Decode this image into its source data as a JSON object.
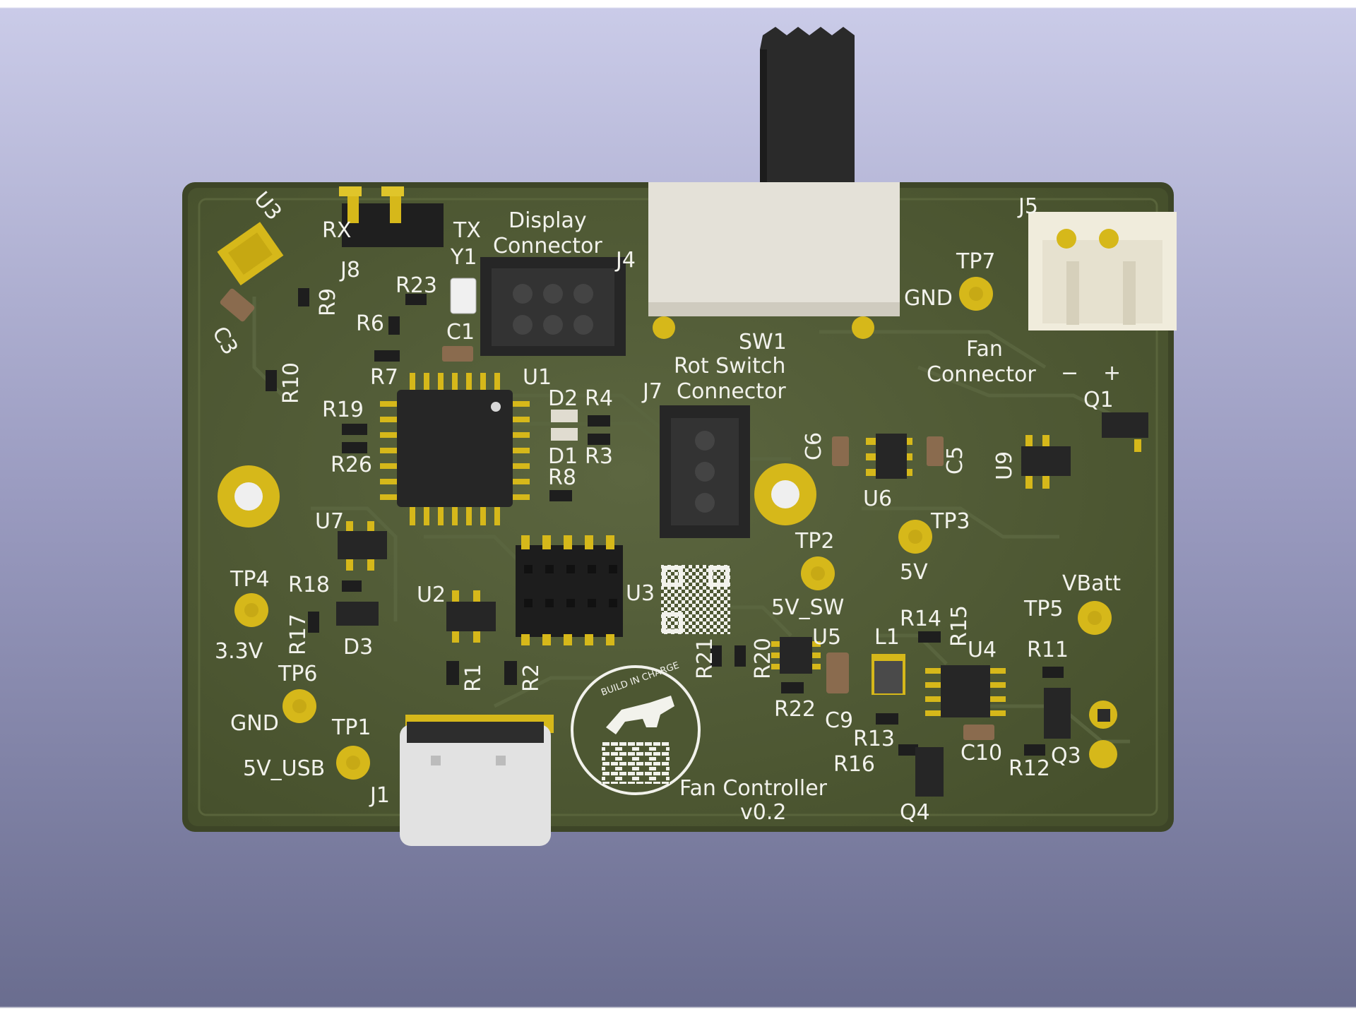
{
  "board": {
    "title": "Fan Controller",
    "version": "v0.2",
    "logo_text": "BUILD IN CHARGE"
  },
  "labels": {
    "u3": "U3",
    "rx": "RX",
    "tx": "TX",
    "j8": "J8",
    "r9": "R9",
    "c3": "C3",
    "display_line1": "Display",
    "display_line2": "Connector",
    "j4": "J4",
    "y1": "Y1",
    "r23": "R23",
    "r6": "R6",
    "c1": "C1",
    "r7": "R7",
    "u1": "U1",
    "r10": "R10",
    "r19": "R19",
    "r26": "R26",
    "d2": "D2",
    "r4": "R4",
    "d1": "D1",
    "r3": "R3",
    "r8": "R8",
    "sw1": "SW1",
    "rot_line1": "Rot Switch",
    "j7": "J7",
    "rot_line2": "Connector",
    "j5": "J5",
    "tp7": "TP7",
    "gnd_tp7": "GND",
    "fan_line1": "Fan",
    "fan_line2": "Connector",
    "fan_minus": "−",
    "fan_plus": "+",
    "q1": "Q1",
    "c6": "C6",
    "c5": "C5",
    "u6": "U6",
    "u9": "U9",
    "u7": "U7",
    "tp4": "TP4",
    "r18": "R18",
    "r17": "R17",
    "d3": "D3",
    "v33": "3.3V",
    "u2": "U2",
    "u3b": "U3",
    "tp2": "TP2",
    "sw5v": "5V_SW",
    "tp3": "TP3",
    "v5": "5V",
    "vbatt": "VBatt",
    "tp5": "TP5",
    "r14": "R14",
    "r15": "R15",
    "l1": "L1",
    "r21": "R21",
    "r20": "R20",
    "u5": "U5",
    "u4": "U4",
    "r11": "R11",
    "r22": "R22",
    "c9": "C9",
    "tp6": "TP6",
    "gnd_tp6": "GND",
    "r1": "R1",
    "r2": "R2",
    "r13": "R13",
    "c10": "C10",
    "r16": "R16",
    "q3": "Q3",
    "r12": "R12",
    "q4": "Q4",
    "tp1": "TP1",
    "usb5v": "5V_USB",
    "j1": "J1"
  },
  "colors": {
    "background_top": "#cacbe8",
    "background_bottom": "#6a6d8f",
    "pcb": "#4d5732",
    "pcb_edge": "#3e4628",
    "gold": "#d6b81a",
    "silkscreen": "#f2f2ec",
    "component_black": "#262626"
  }
}
